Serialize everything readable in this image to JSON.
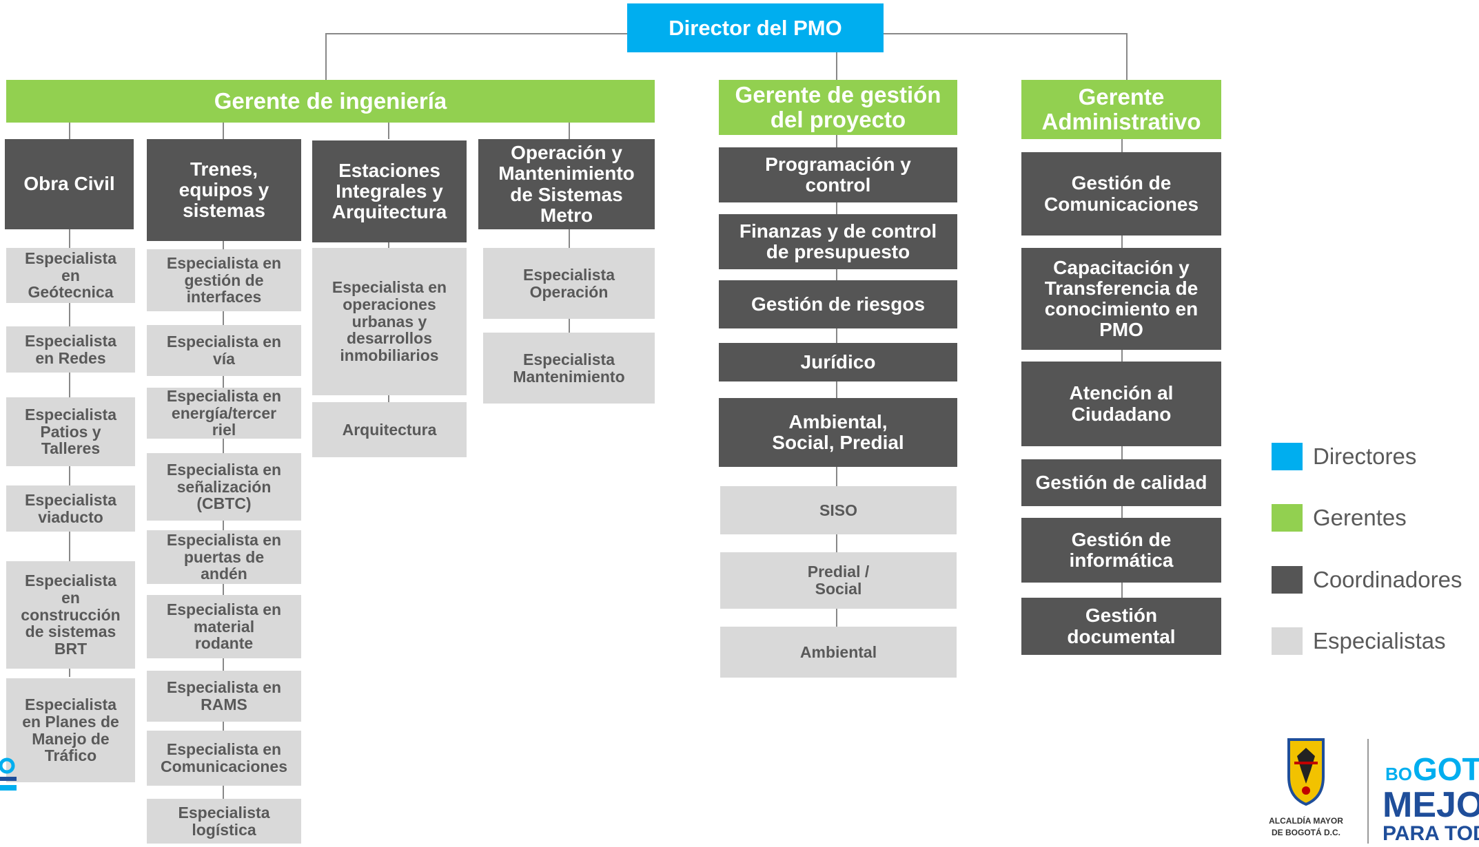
{
  "director": "Director del PMO",
  "managers": {
    "engineering": "Gerente de ingeniería",
    "project": "Gerente de gestión del proyecto",
    "admin": "Gerente Administrativo"
  },
  "engineering_columns": [
    {
      "coordinator": "Obra Civil",
      "specialists": [
        "Especialista en Geótecnica",
        "Especialista en Redes",
        "Especialista Patios y Talleres",
        "Especialista viaducto",
        "Especialista en construcción de sistemas BRT",
        "Especialista en Planes de Manejo de Tráfico"
      ]
    },
    {
      "coordinator": "Trenes, equipos y sistemas",
      "specialists": [
        "Especialista en gestión de interfaces",
        "Especialista en vía",
        "Especialista en energía/tercer riel",
        "Especialista en señalización (CBTC)",
        "Especialista en puertas de andén",
        "Especialista en material rodante",
        "Especialista en RAMS",
        "Especialista en Comunicaciones",
        "Especialista logística"
      ]
    },
    {
      "coordinator": "Estaciones Integrales y Arquitectura",
      "specialists": [
        "Especialista en operaciones urbanas y desarrollos inmobiliarios",
        "Arquitectura"
      ]
    },
    {
      "coordinator": "Operación y Mantenimiento de Sistemas Metro",
      "specialists": [
        "Especialista Operación",
        "Especialista Mantenimiento"
      ]
    }
  ],
  "project_column": {
    "coordinators": [
      "Programación y control",
      "Finanzas y  de control de presupuesto",
      "Gestión de riesgos",
      "Jurídico",
      "Ambiental, Social, Predial"
    ],
    "specialists": [
      "SISO",
      "Predial / Social",
      "Ambiental"
    ]
  },
  "admin_column": {
    "coordinators": [
      "Gestión de Comunicaciones",
      "Capacitación y Transferencia de conocimiento en PMO",
      "Atención al Ciudadano",
      "Gestión de calidad",
      "Gestión de informática",
      "Gestión documental"
    ]
  },
  "legend": [
    {
      "label": "Directores",
      "color": "#00aeef"
    },
    {
      "label": "Gerentes",
      "color": "#92d050"
    },
    {
      "label": "Coordinadores",
      "color": "#555555"
    },
    {
      "label": "Especialistas",
      "color": "#d9d9d9"
    }
  ],
  "logos": {
    "alcaldia_text": "ALCALDÍA MAYOR DE BOGOTÁ D.C.",
    "bogota_text": "BOGOTÁ MEJOR PARA TODOS"
  }
}
